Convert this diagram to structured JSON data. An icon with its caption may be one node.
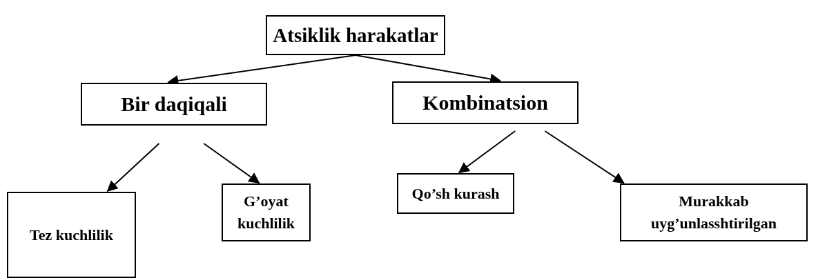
{
  "diagram": {
    "nodes": [
      {
        "text": [
          "Atsiklik harakatlar"
        ]
      },
      {
        "text": [
          "Bir daqiqali"
        ]
      },
      {
        "text": [
          "Kombinatsion"
        ]
      },
      {
        "text": [
          "Tez kuchlilik"
        ]
      },
      {
        "text": [
          "G’oyat kuchlilik"
        ]
      },
      {
        "text": [
          "Qo’sh kurash"
        ]
      },
      {
        "text": [
          "Murakkab uyg’unlasshtirilgan"
        ]
      }
    ],
    "edges": [
      {
        "from": 0,
        "to": 1,
        "arrow": "to"
      },
      {
        "from": 0,
        "to": 2,
        "arrow": "to"
      },
      {
        "from": 1,
        "to": 3,
        "arrow": "to"
      },
      {
        "from": 1,
        "to": 4,
        "arrow": "to"
      },
      {
        "from": 2,
        "to": 5,
        "arrow": "to"
      },
      {
        "from": 2,
        "to": 6,
        "arrow": "to"
      }
    ]
  }
}
